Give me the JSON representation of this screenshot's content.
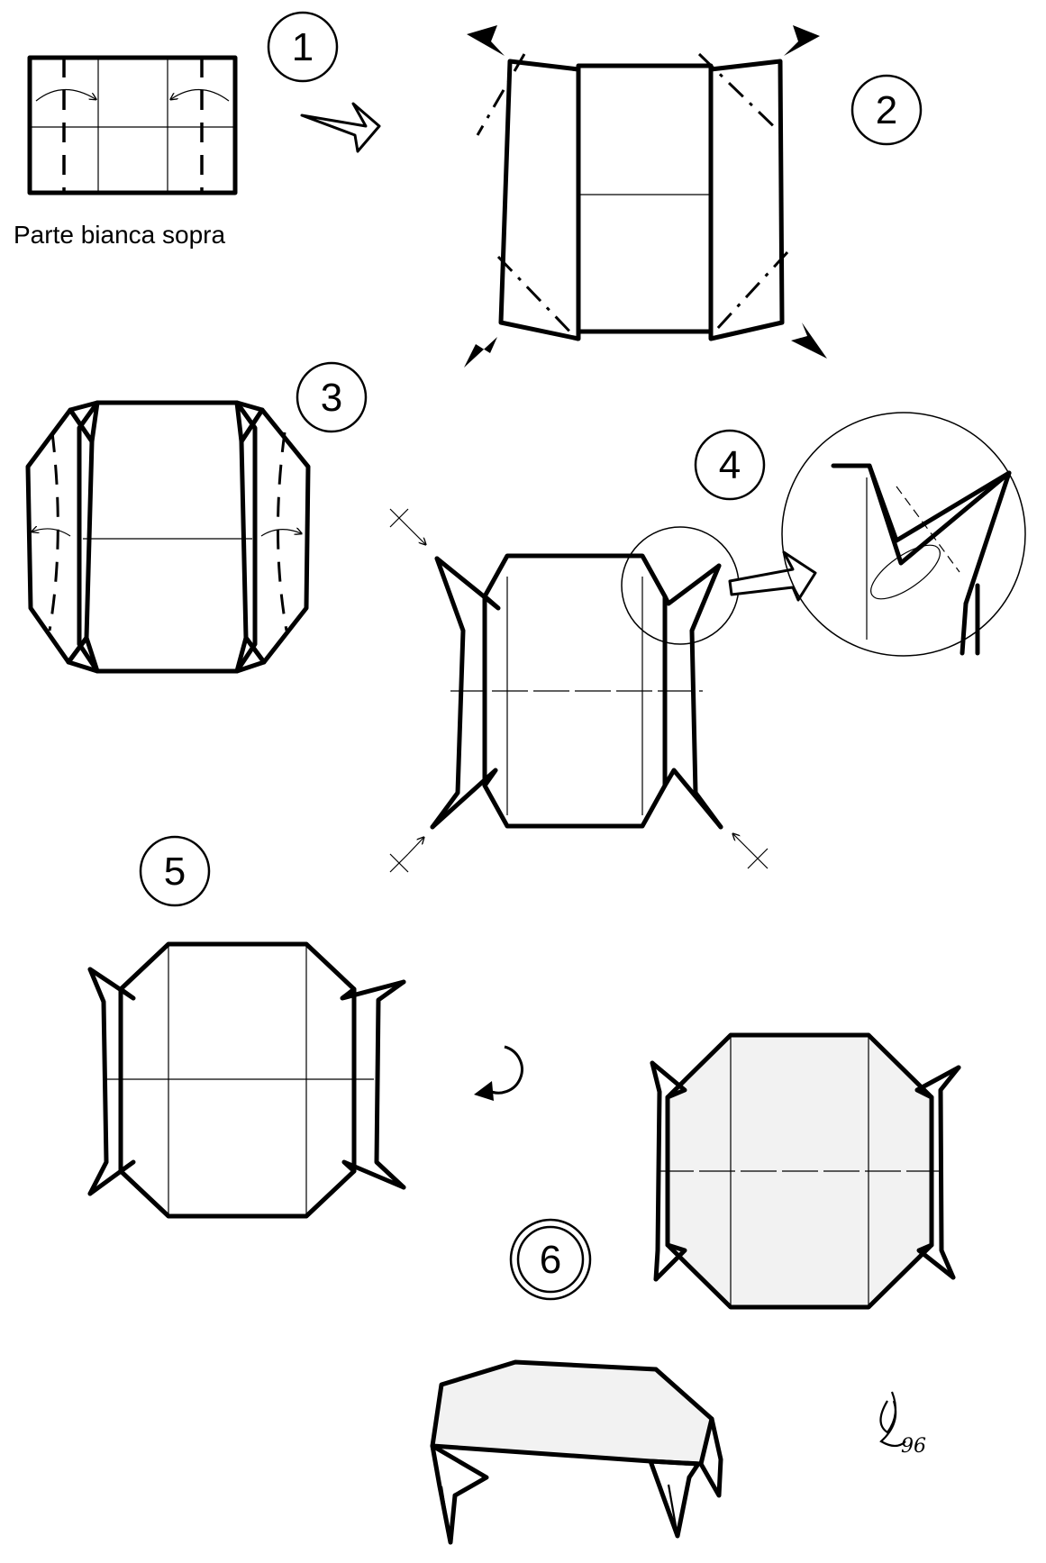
{
  "steps": [
    {
      "number": "1"
    },
    {
      "number": "2"
    },
    {
      "number": "3"
    },
    {
      "number": "4"
    },
    {
      "number": "5"
    },
    {
      "number": "6"
    }
  ],
  "caption": "Parte bianca sopra",
  "signature": {
    "initials": "L",
    "year": "96"
  },
  "icons": [
    "arrow-right-icon",
    "corner-arrowhead-icon",
    "rotate-icon",
    "sink-x-icon",
    "zoom-circle-icon",
    "signature-icon"
  ]
}
